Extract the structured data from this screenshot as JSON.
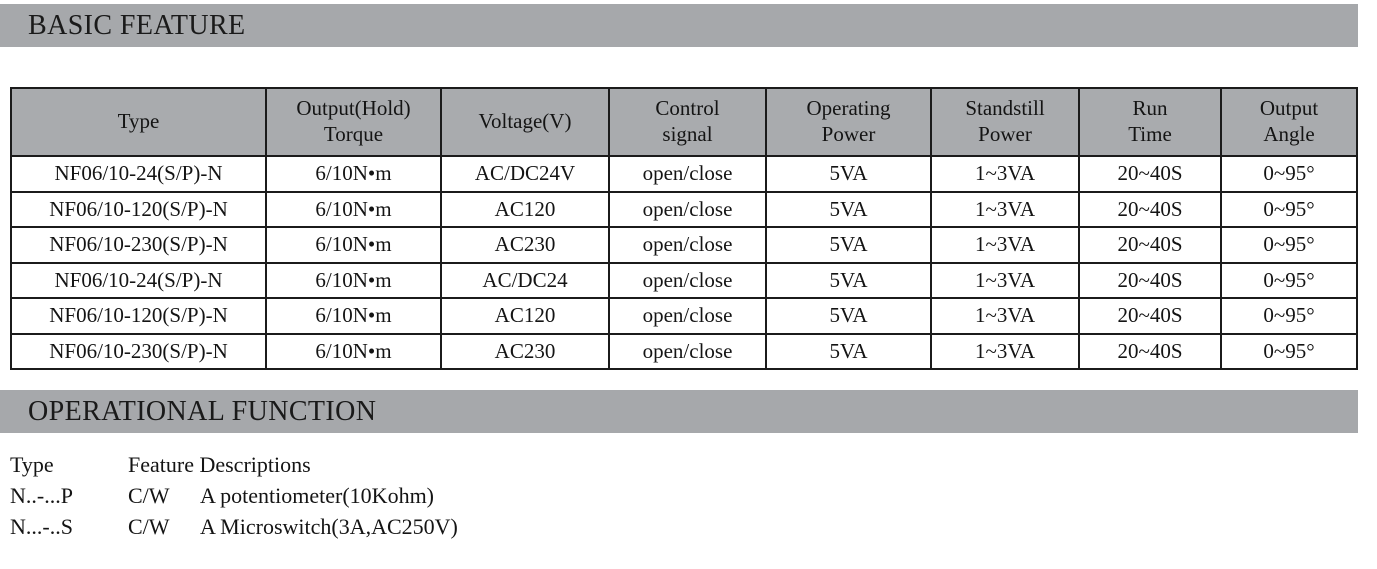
{
  "sections": {
    "basic": {
      "title": "BASIC FEATURE"
    },
    "operational": {
      "title": "OPERATIONAL FUNCTION"
    }
  },
  "colors": {
    "band_grey": "#a6a8ab",
    "header_grey": "#a9abae",
    "border": "#1b1b1b",
    "text": "#141414",
    "page_background": "#ffffff"
  },
  "spec_table": {
    "headers": [
      {
        "line1": "Type",
        "line2": ""
      },
      {
        "line1": "Output(Hold)",
        "line2": "Torque"
      },
      {
        "line1": "Voltage(V)",
        "line2": ""
      },
      {
        "line1": "Control",
        "line2": "signal"
      },
      {
        "line1": "Operating",
        "line2": "Power"
      },
      {
        "line1": "Standstill",
        "line2": "Power"
      },
      {
        "line1": "Run",
        "line2": "Time"
      },
      {
        "line1": "Output",
        "line2": "Angle"
      }
    ],
    "rows": [
      {
        "type": "NF06/10-24(S/P)-N",
        "torque": "6/10N•m",
        "voltage": "AC/DC24V",
        "control_signal": "open/close",
        "operating_power": "5VA",
        "standstill_power": "1~3VA",
        "run_time": "20~40S",
        "output_angle": "0~95°"
      },
      {
        "type": "NF06/10-120(S/P)-N",
        "torque": "6/10N•m",
        "voltage": "AC120",
        "control_signal": "open/close",
        "operating_power": "5VA",
        "standstill_power": "1~3VA",
        "run_time": "20~40S",
        "output_angle": "0~95°"
      },
      {
        "type": "NF06/10-230(S/P)-N",
        "torque": "6/10N•m",
        "voltage": "AC230",
        "control_signal": "open/close",
        "operating_power": "5VA",
        "standstill_power": "1~3VA",
        "run_time": "20~40S",
        "output_angle": "0~95°"
      },
      {
        "type": "NF06/10-24(S/P)-N",
        "torque": "6/10N•m",
        "voltage": "AC/DC24",
        "control_signal": "open/close",
        "operating_power": "5VA",
        "standstill_power": "1~3VA",
        "run_time": "20~40S",
        "output_angle": "0~95°"
      },
      {
        "type": "NF06/10-120(S/P)-N",
        "torque": "6/10N•m",
        "voltage": "AC120",
        "control_signal": "open/close",
        "operating_power": "5VA",
        "standstill_power": "1~3VA",
        "run_time": "20~40S",
        "output_angle": "0~95°"
      },
      {
        "type": "NF06/10-230(S/P)-N",
        "torque": "6/10N•m",
        "voltage": "AC230",
        "control_signal": "open/close",
        "operating_power": "5VA",
        "standstill_power": "1~3VA",
        "run_time": "20~40S",
        "output_angle": "0~95°"
      }
    ]
  },
  "operational_function": {
    "header": {
      "type": "Type",
      "description": "Feature Descriptions"
    },
    "rows": [
      {
        "type": "N..-...P",
        "cw": "C/W",
        "description": "A potentiometer(10Kohm)"
      },
      {
        "type": "N...-..S",
        "cw": "C/W",
        "description": "A Microswitch(3A,AC250V)"
      }
    ]
  }
}
